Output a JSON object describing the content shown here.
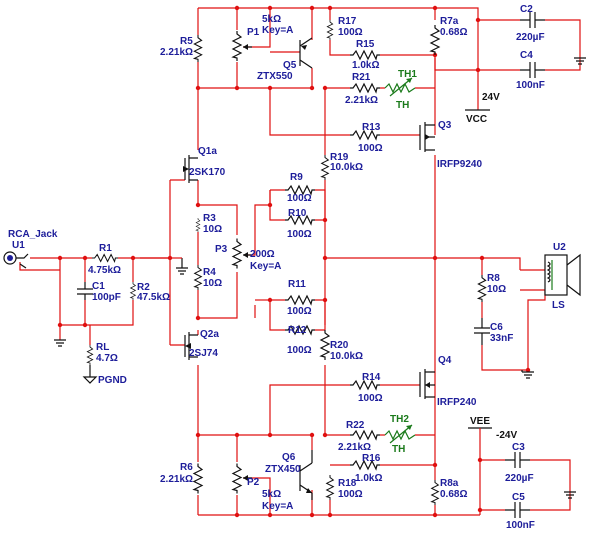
{
  "rails": {
    "vcc": "VCC",
    "vcc_v": "24V",
    "vee": "VEE",
    "vee_v": "-24V",
    "pgnd": "PGND"
  },
  "input": {
    "jack_name": "RCA_Jack",
    "jack_ref": "U1"
  },
  "speaker": {
    "ref": "U2",
    "type": "LS"
  },
  "resistors": {
    "R1": {
      "ref": "R1",
      "val": "4.75kΩ"
    },
    "R2": {
      "ref": "R2",
      "val": "47.5kΩ"
    },
    "RL": {
      "ref": "RL",
      "val": "4.7Ω"
    },
    "R3": {
      "ref": "R3",
      "val": "10Ω"
    },
    "R4": {
      "ref": "R4",
      "val": "10Ω"
    },
    "R5": {
      "ref": "R5",
      "val": "2.21kΩ"
    },
    "R6": {
      "ref": "R6",
      "val": "2.21kΩ"
    },
    "R7a": {
      "ref": "R7a",
      "val": "0.68Ω"
    },
    "R8": {
      "ref": "R8",
      "val": "10Ω"
    },
    "R8a": {
      "ref": "R8a",
      "val": "0.68Ω"
    },
    "R9": {
      "ref": "R9",
      "val": "100Ω"
    },
    "R10": {
      "ref": "R10",
      "val": "100Ω"
    },
    "R11": {
      "ref": "R11",
      "val": "100Ω"
    },
    "R12": {
      "ref": "R12",
      "val": "100Ω"
    },
    "R13": {
      "ref": "R13",
      "val": "100Ω"
    },
    "R14": {
      "ref": "R14",
      "val": "100Ω"
    },
    "R15": {
      "ref": "R15",
      "val": "1.0kΩ"
    },
    "R16": {
      "ref": "R16",
      "val": "1.0kΩ"
    },
    "R17": {
      "ref": "R17",
      "val": "100Ω"
    },
    "R18": {
      "ref": "R18",
      "val": "100Ω"
    },
    "R19": {
      "ref": "R19",
      "val": "10.0kΩ"
    },
    "R20": {
      "ref": "R20",
      "val": "10.0kΩ"
    },
    "R21": {
      "ref": "R21",
      "val": "2.21kΩ"
    },
    "R22": {
      "ref": "R22",
      "val": "2.21kΩ"
    }
  },
  "capacitors": {
    "C1": {
      "ref": "C1",
      "val": "100pF"
    },
    "C2": {
      "ref": "C2",
      "val": "220µF"
    },
    "C3": {
      "ref": "C3",
      "val": "220µF"
    },
    "C4": {
      "ref": "C4",
      "val": "100nF"
    },
    "C5": {
      "ref": "C5",
      "val": "100nF"
    },
    "C6": {
      "ref": "C6",
      "val": "33nF"
    }
  },
  "pots": {
    "P1": {
      "ref": "P1",
      "val": "5kΩ",
      "key": "Key=A"
    },
    "P2": {
      "ref": "P2",
      "val": "5kΩ",
      "key": "Key=A"
    },
    "P3": {
      "ref": "P3",
      "val": "200Ω",
      "key": "Key=A"
    }
  },
  "transistors": {
    "Q1a": {
      "ref": "Q1a",
      "part": "2SK170"
    },
    "Q2a": {
      "ref": "Q2a",
      "part": "2SJ74"
    },
    "Q3": {
      "ref": "Q3",
      "part": "IRFP9240"
    },
    "Q4": {
      "ref": "Q4",
      "part": "IRFP240"
    },
    "Q5": {
      "ref": "Q5",
      "part": "ZTX550"
    },
    "Q6": {
      "ref": "Q6",
      "part": "ZTX450"
    }
  },
  "thermistors": {
    "TH1": {
      "ref": "TH1",
      "type": "TH"
    },
    "TH2": {
      "ref": "TH2",
      "type": "TH"
    }
  },
  "colors": {
    "wire": "#e01010",
    "label": "#1d1d9a",
    "thermistor": "#1a7a1a",
    "component": "#111111"
  }
}
